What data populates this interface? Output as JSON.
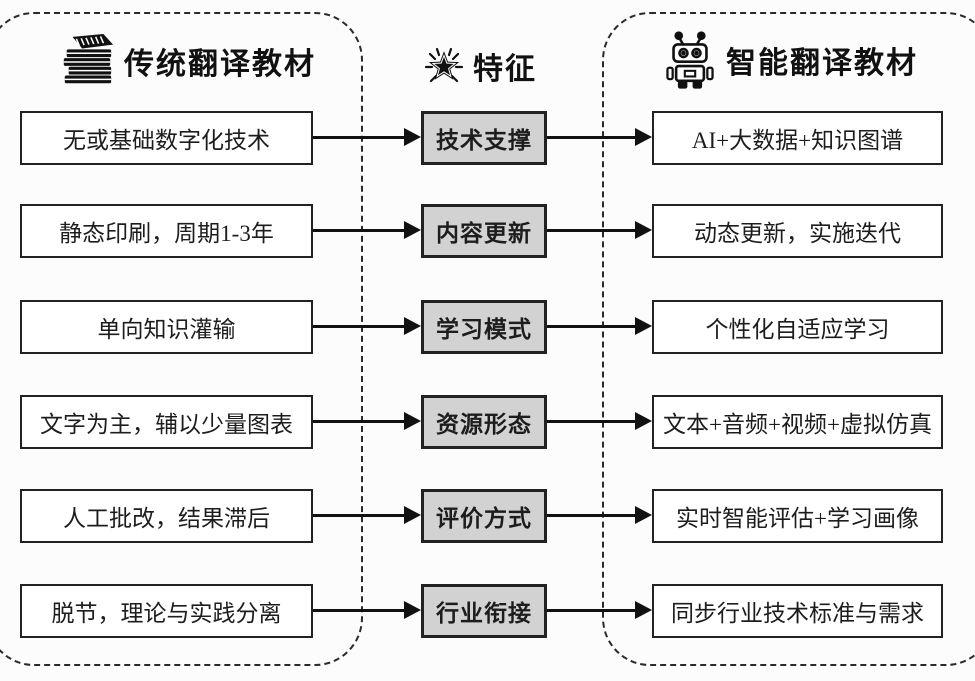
{
  "panels": {
    "left": {
      "title": "传统翻译教材",
      "icon": "books-stack-icon"
    },
    "middle": {
      "title": "特征",
      "icon": "sparkle-star-icon"
    },
    "right": {
      "title": "智能翻译教材",
      "icon": "robot-icon"
    }
  },
  "rows": [
    {
      "left": "无或基础数字化技术",
      "feature": "技术支撑",
      "right": "AI+大数据+知识图谱"
    },
    {
      "left": "静态印刷，周期1-3年",
      "feature": "内容更新",
      "right": "动态更新，实施迭代"
    },
    {
      "left": "单向知识灌输",
      "feature": "学习模式",
      "right": "个性化自适应学习"
    },
    {
      "left": "文字为主，辅以少量图表",
      "feature": "资源形态",
      "right": "文本+音频+视频+虚拟仿真"
    },
    {
      "left": "人工批改，结果滞后",
      "feature": "评价方式",
      "right": "实时智能评估+学习画像"
    },
    {
      "left": "脱节，理论与实践分离",
      "feature": "行业衔接",
      "right": "同步行业技术标准与需求"
    }
  ],
  "colors": {
    "background": "#fcfcfc",
    "panel_dash": "#2a2a2a",
    "box_border": "#222222",
    "feature_fill": "#d2d2d2",
    "arrow": "#111111",
    "text": "#1d1d1d"
  }
}
